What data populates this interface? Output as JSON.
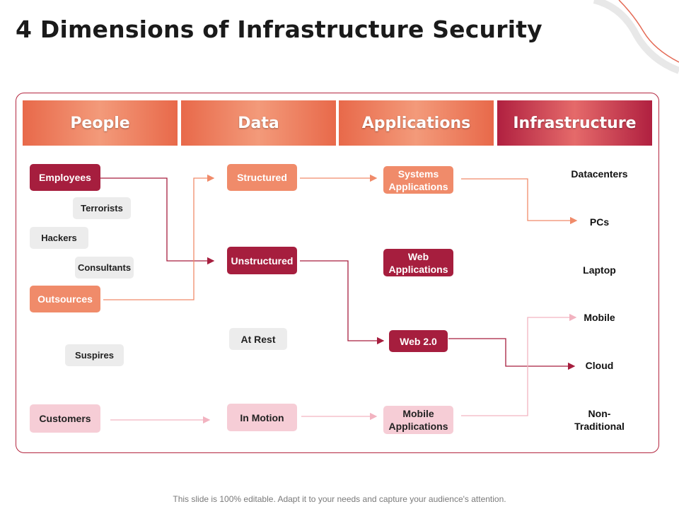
{
  "title": "4 Dimensions of Infrastructure Security",
  "headers": [
    "People",
    "Data",
    "Applications",
    "Infrastructure"
  ],
  "people": {
    "employees": "Employees",
    "terrorists": "Terrorists",
    "hackers": "Hackers",
    "consultants": "Consultants",
    "outsources": "Outsources",
    "suspires": "Suspires",
    "customers": "Customers"
  },
  "data": {
    "structured": "Structured",
    "unstructured": "Unstructured",
    "at_rest": "At Rest",
    "in_motion": "In Motion"
  },
  "applications": {
    "systems_line1": "Systems",
    "systems_line2": "Applications",
    "web_line1": "Web",
    "web_line2": "Applications",
    "web20": "Web 2.0",
    "mobile_line1": "Mobile",
    "mobile_line2": "Applications"
  },
  "infrastructure": {
    "datacenters": "Datacenters",
    "pcs": "PCs",
    "laptop": "Laptop",
    "mobile": "Mobile",
    "cloud": "Cloud",
    "nontrad_line1": "Non-",
    "nontrad_line2": "Traditional"
  },
  "footer": "This slide is 100% editable. Adapt it to your needs and capture your audience's attention.",
  "colors": {
    "dark_red": "#a61e3e",
    "orange": "#f08b6a",
    "pink": "#f6cdd6",
    "grey": "#ececec",
    "frame": "#b3263f"
  }
}
